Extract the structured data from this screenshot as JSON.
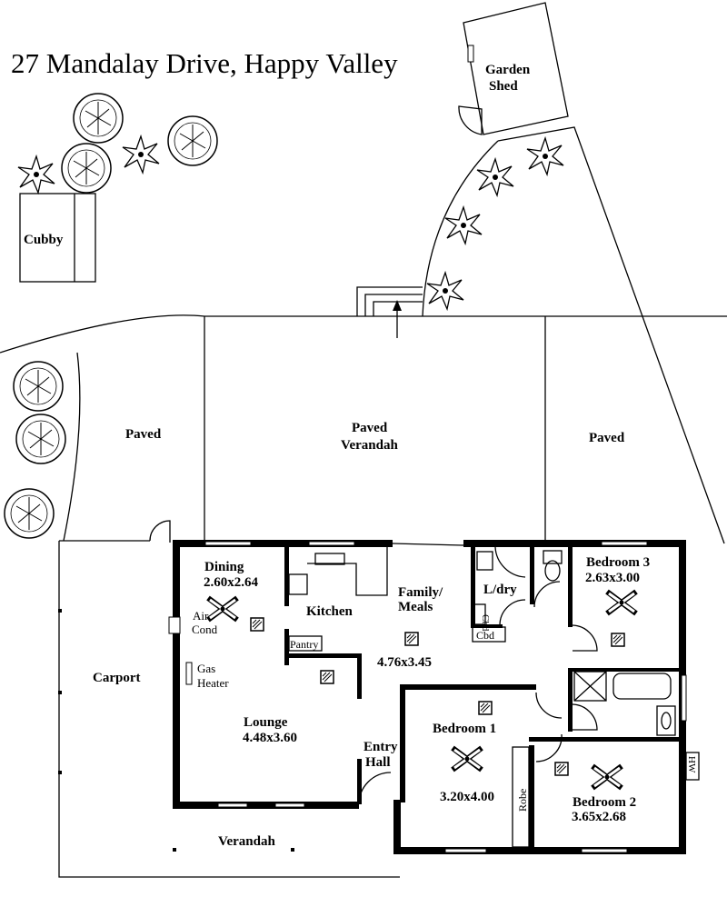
{
  "title": "27 Mandalay Drive, Happy Valley",
  "outdoor": {
    "garden_shed": [
      "Garden",
      "Shed"
    ],
    "cubby": "Cubby",
    "paved_left": "Paved",
    "paved_verandah": [
      "Paved",
      "Verandah"
    ],
    "paved_right": "Paved",
    "carport": "Carport",
    "verandah": "Verandah"
  },
  "rooms": {
    "dining": {
      "name": "Dining",
      "size": "2.60x2.64"
    },
    "kitchen": {
      "name": "Kitchen"
    },
    "family": {
      "name": [
        "Family/",
        "Meals"
      ],
      "size": "4.76x3.45"
    },
    "laundry": {
      "name": "L/dry",
      "cbd1": "Cbd",
      "cbd2": "Cbd"
    },
    "pantry": "Pantry",
    "air_cond": [
      "Air",
      "Cond"
    ],
    "gas_heater": [
      "Gas",
      "Heater"
    ],
    "lounge": {
      "name": "Lounge",
      "size": "4.48x3.60"
    },
    "entry": [
      "Entry",
      "Hall"
    ],
    "bedroom1": {
      "name": "Bedroom 1",
      "size": "3.20x4.00"
    },
    "robe": "Robe",
    "bedroom2": {
      "name": "Bedroom 2",
      "size": "3.65x2.68"
    },
    "bedroom3": {
      "name": "Bedroom 3",
      "size": "2.63x3.00"
    },
    "hw": "HW"
  }
}
